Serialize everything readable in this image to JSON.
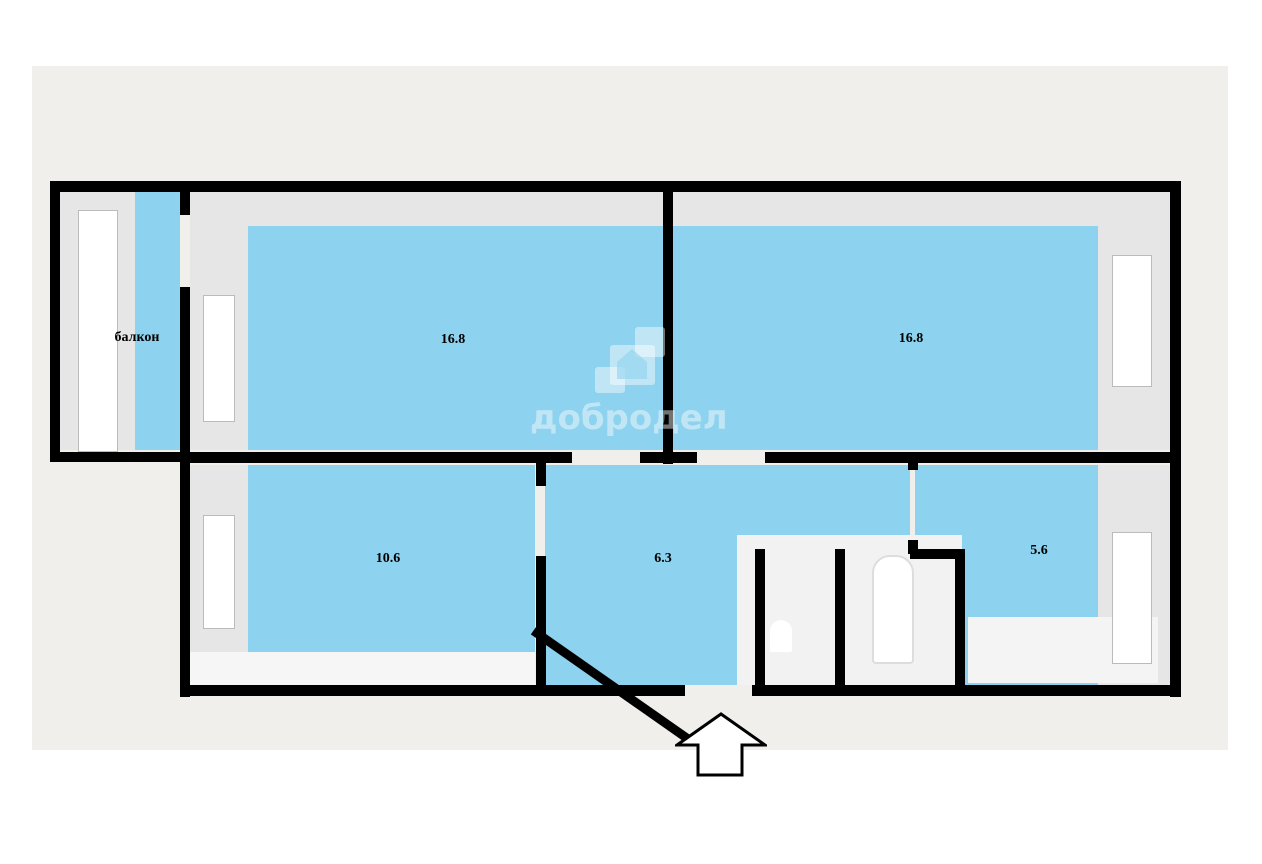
{
  "rooms": {
    "balcony": {
      "label": "балкон"
    },
    "room_top_left": {
      "area": "16.8"
    },
    "room_top_right": {
      "area": "16.8"
    },
    "room_bottom_left": {
      "area": "10.6"
    },
    "hall": {
      "area": "6.3"
    },
    "kitchen": {
      "area": "5.6"
    }
  },
  "watermark": {
    "text": "добродел"
  },
  "entrance": {
    "icon": "entrance-arrow-icon"
  },
  "colors": {
    "floor": "#8dd2ef",
    "wall": "#000000",
    "background": "#f0efec"
  }
}
